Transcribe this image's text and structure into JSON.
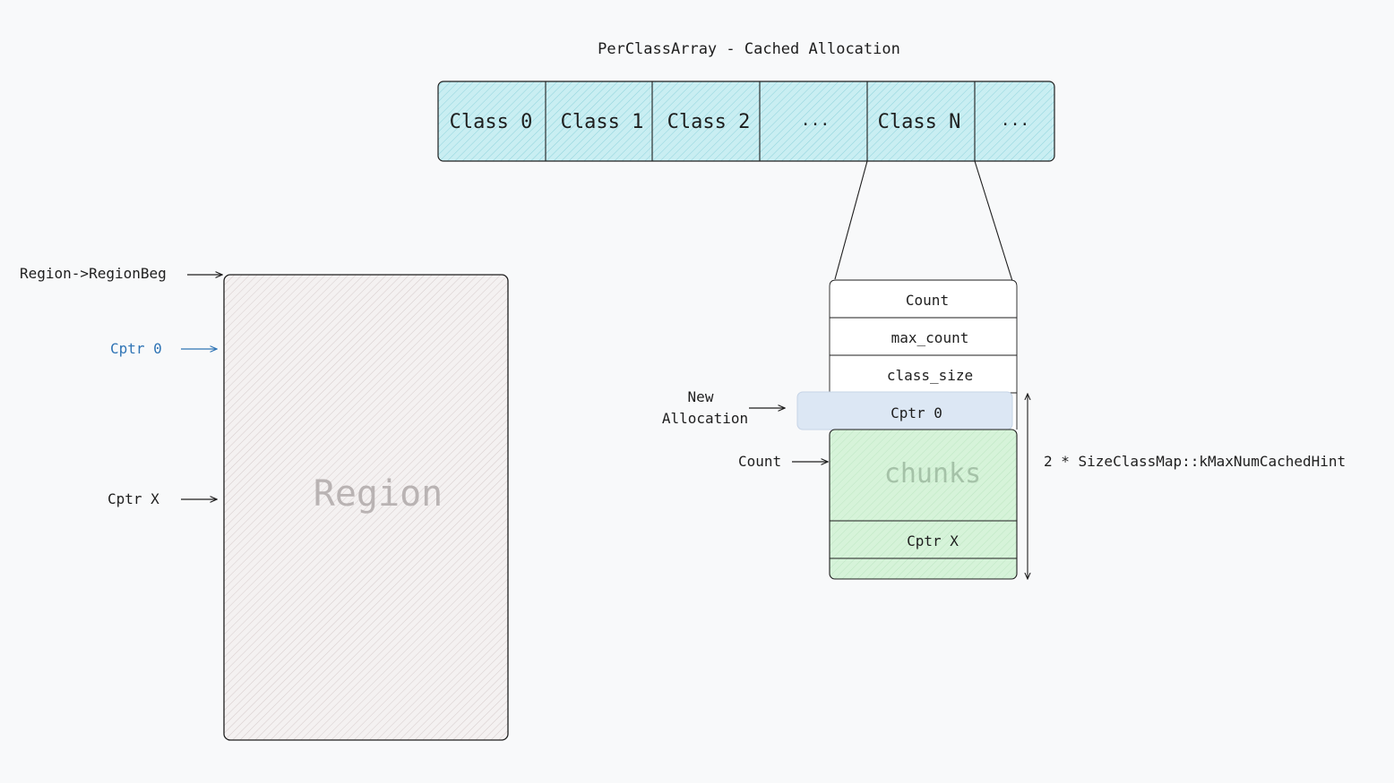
{
  "title": "PerClassArray - Cached Allocation",
  "class_array": {
    "cells": [
      "Class 0",
      "Class 1",
      "Class 2",
      "...",
      "Class N",
      "..."
    ]
  },
  "region": {
    "label": "Region",
    "pointer_labels": {
      "region_beg": "Region->RegionBeg",
      "cptr_0": "Cptr 0",
      "cptr_x": "Cptr X"
    }
  },
  "per_class": {
    "fields": [
      "Count",
      "max_count",
      "class_size"
    ],
    "new_allocation_cell": "Cptr 0",
    "chunks_label": "chunks",
    "cptr_x_cell": "Cptr X"
  },
  "annotations": {
    "new_allocation_line1": "New",
    "new_allocation_line2": "Allocation",
    "count_pointer": "Count",
    "size_hint": "2 * SizeClassMap::kMaxNumCachedHint"
  },
  "colors": {
    "class_fill": "#c9eef2",
    "region_fill": "#f2eeee",
    "new_alloc_fill": "#dce7f4",
    "chunks_fill": "#d6f3d9",
    "accent_blue": "#2f74b5",
    "stroke": "#1e1e1e"
  }
}
